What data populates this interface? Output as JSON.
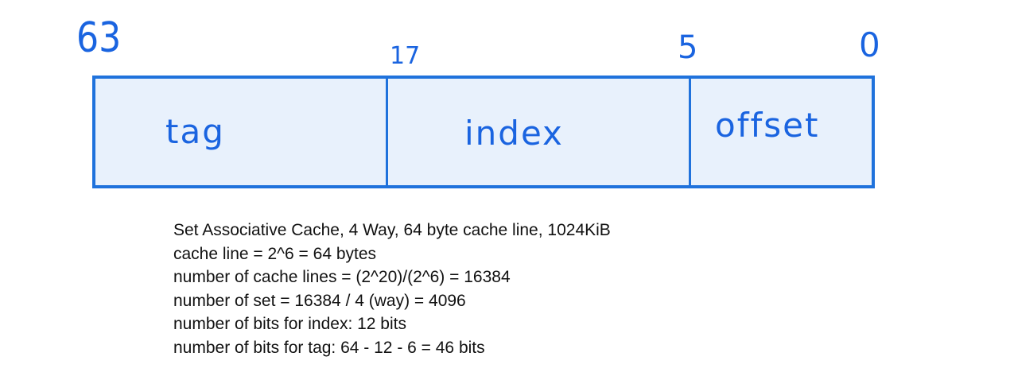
{
  "bit_positions": {
    "high": "63",
    "tag_index_boundary": "17",
    "index_offset_boundary": "5",
    "low": "0"
  },
  "fields": [
    {
      "label": "tag"
    },
    {
      "label": "index"
    },
    {
      "label": "offset"
    }
  ],
  "notes": [
    "Set Associative Cache, 4 Way, 64 byte cache line, 1024KiB",
    "cache line = 2^6 = 64 bytes",
    "number of cache lines = (2^20)/(2^6) = 16384",
    "number of set = 16384 / 4 (way) = 4096",
    "number of bits for index: 12 bits",
    "number of bits for tag: 64 - 12 - 6 = 46 bits"
  ],
  "colors": {
    "accent": "#1f72dc",
    "field_fill": "#e8f1fc",
    "text": "#111111"
  }
}
